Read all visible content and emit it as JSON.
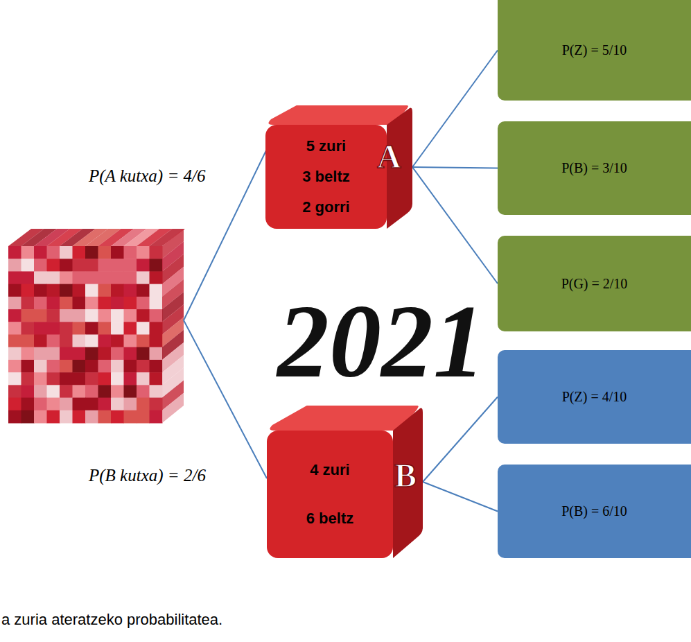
{
  "diagram": {
    "nodes": [
      {
        "text": [
          "5 zuri",
          "3 beltz",
          "2 gorri"
        ]
      },
      {
        "text": [
          "P(Z) = 5/10"
        ]
      },
      {
        "text": [
          "P(B) = 3/10"
        ]
      },
      {
        "text": [
          "P(G) = 2/10"
        ]
      },
      {
        "text": [
          "4 zuri",
          "6 beltz"
        ]
      },
      {
        "text": [
          "P(Z) = 4/10"
        ]
      },
      {
        "text": [
          "P(B) = 6/10"
        ]
      }
    ],
    "edges": [
      {
        "from": 0,
        "to": 1,
        "arrow": "none"
      },
      {
        "from": 0,
        "to": 2,
        "arrow": "none"
      },
      {
        "from": 0,
        "to": 3,
        "arrow": "none"
      },
      {
        "from": 4,
        "to": 5,
        "arrow": "none"
      },
      {
        "from": 4,
        "to": 6,
        "arrow": "none"
      }
    ],
    "labels": [
      "P(A kutxa) = 4/6",
      "A",
      "P(B kutxa) = 2/6",
      "B",
      "2021",
      "a zuria ateratzeko probabilitatea."
    ]
  }
}
